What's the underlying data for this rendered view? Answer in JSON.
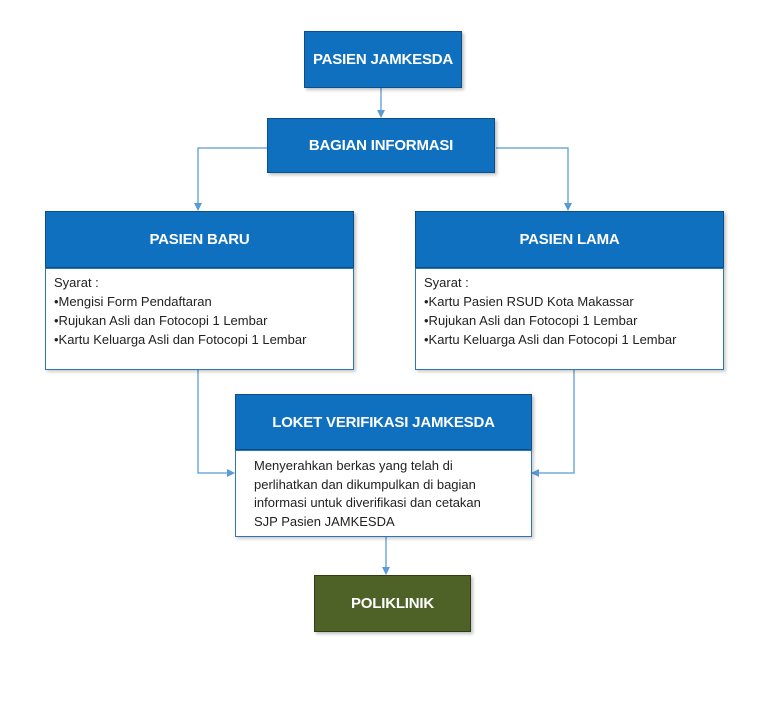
{
  "nodes": {
    "pasien_jamkesda": "PASIEN JAMKESDA",
    "bagian_informasi": "BAGIAN INFORMASI",
    "pasien_baru": {
      "title": "PASIEN BARU",
      "lines": [
        "Syarat :",
        "•Mengisi Form Pendaftaran",
        "•Rujukan Asli dan Fotocopi 1 Lembar",
        "•Kartu Keluarga Asli dan Fotocopi 1 Lembar"
      ]
    },
    "pasien_lama": {
      "title": "PASIEN LAMA",
      "lines": [
        "Syarat :",
        "•Kartu Pasien RSUD Kota Makassar",
        "•Rujukan Asli dan Fotocopi 1 Lembar",
        "•Kartu Keluarga Asli dan Fotocopi 1 Lembar"
      ]
    },
    "loket_verifikasi": {
      "title": "LOKET VERIFIKASI JAMKESDA",
      "lines": [
        "Menyerahkan berkas yang telah di",
        "perlihatkan dan dikumpulkan di bagian",
        "informasi untuk diverifikasi dan cetakan",
        "SJP Pasien JAMKESDA"
      ]
    },
    "poliklinik": "POLIKLINIK"
  },
  "colors": {
    "box_blue": "#1070c0",
    "box_green": "#4e6228",
    "connector": "#5b9bd5"
  }
}
